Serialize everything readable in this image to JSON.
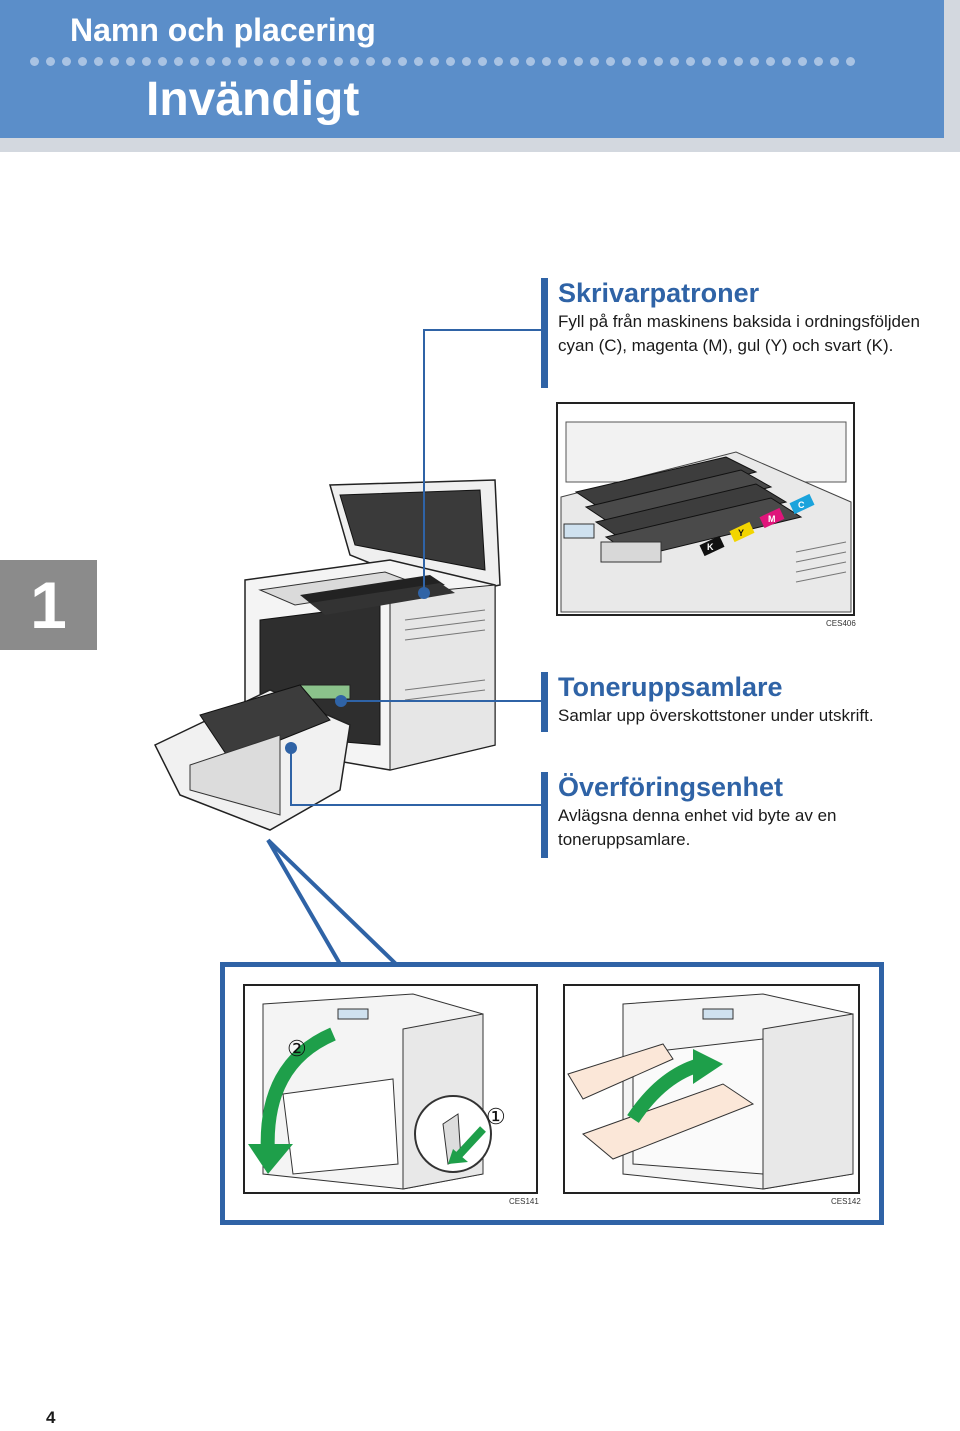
{
  "header": {
    "section": "Namn och placering",
    "title": "Invändigt"
  },
  "chapter": "1",
  "callouts": [
    {
      "title": "Skrivarpatroner",
      "text": "Fyll på från maskinens baksida i ordningsföljden cyan (C), magenta (M), gul (Y) och svart (K)."
    },
    {
      "title": "Toneruppsamlare",
      "text": "Samlar upp överskottstoner under utskrift."
    },
    {
      "title": "Överföringsenhet",
      "text": "Avlägsna denna enhet vid byte av en toneruppsamlare."
    }
  ],
  "figures": {
    "cartridges_code": "CES406",
    "cartridge_labels": [
      "K",
      "Y",
      "M",
      "C"
    ],
    "step1_code": "CES141",
    "step2_code": "CES142",
    "step_markers": [
      "②",
      "①"
    ]
  },
  "colors": {
    "header": "#5b8ec9",
    "accent": "#2f63a6",
    "arrow": "#1e9f4a"
  },
  "page_number": "4"
}
